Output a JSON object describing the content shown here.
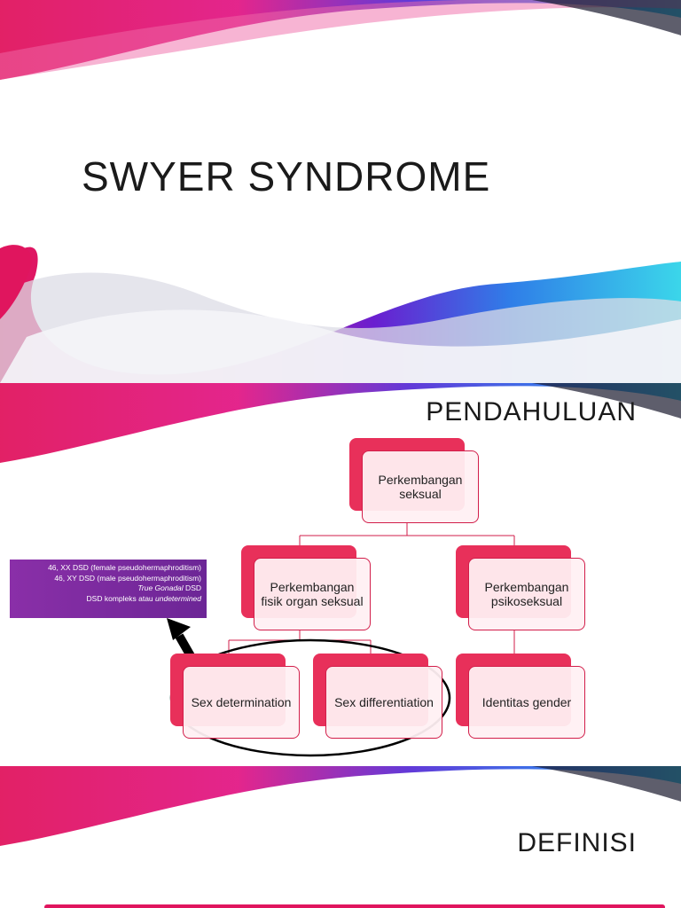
{
  "slides": {
    "title_slide": {
      "title": "SWYER SYNDROME"
    },
    "intro_slide": {
      "title": "PENDAHULUAN",
      "nodes": {
        "root": "Perkembangan seksual",
        "physical": "Perkembangan fisik organ seksual",
        "psychosexual": "Perkembangan psikoseksual",
        "sex_determination": "Sex determination",
        "sex_differentiation": "Sex differentiation",
        "gender_identity": "Identitas gender"
      },
      "info_box": {
        "line1": "46, XX DSD (female pseudohermaphroditism)",
        "line2": "46, XY DSD (male pseudohermaphroditism)",
        "line3_italic": "True Gonadal",
        "line3_rest": " DSD",
        "line4_start": "DSD kompleks atau ",
        "line4_italic": "undetermined"
      }
    },
    "definition_slide": {
      "title": "DEFINISI"
    }
  },
  "colors": {
    "node_back": "#e8305a",
    "node_border": "#d21e4a",
    "info_box": "#7a2a9e",
    "ribbon_magenta": "#e21a86",
    "ribbon_blue": "#3d4fe0",
    "ribbon_cyan": "#2fd0e8"
  },
  "icons": [
    "black-arrow-icon",
    "ellipse-highlight"
  ]
}
